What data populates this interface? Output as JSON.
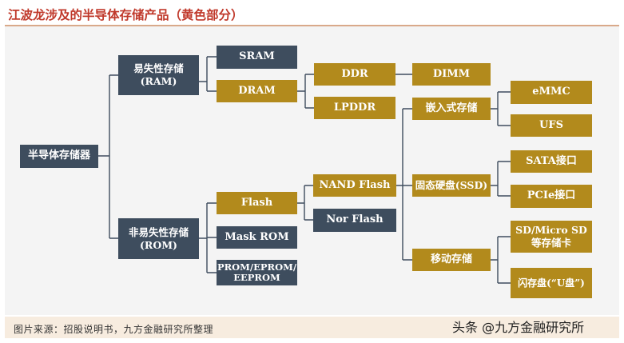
{
  "title": "江波龙涉及的半导体存储产品（黄色部分）",
  "source": "图片来源：招股说明书，九方金融研究所整理",
  "watermark": "头条 @九方金融研究所",
  "nodes": {
    "root": "半导体存储器",
    "ram": [
      "易失性存储",
      "(RAM)"
    ],
    "rom": [
      "非易失性存储",
      "(ROM)"
    ],
    "sram": "SRAM",
    "dram": "DRAM",
    "ddr": "DDR",
    "lpddr": "LPDDR",
    "dimm": "DIMM",
    "flash": "Flash",
    "mask_rom": "Mask ROM",
    "prom": [
      "PROM/EPROM/",
      "EEPROM"
    ],
    "nand": "NAND Flash",
    "nor": "Nor Flash",
    "embedded": "嵌入式存储",
    "ssd": "固态硬盘(SSD)",
    "mobile": "移动存储",
    "emmc": "eMMC",
    "ufs": "UFS",
    "sata": "SATA接口",
    "pcie": "PCIe接口",
    "sd": [
      "SD/Micro SD",
      "等存储卡"
    ],
    "udisk": "闪存盘(“U盘”)"
  },
  "colors": {
    "dark": "#3e4d5e",
    "gold": "#b28a1c",
    "title": "#c0392b",
    "line": "#3e4d5e"
  }
}
